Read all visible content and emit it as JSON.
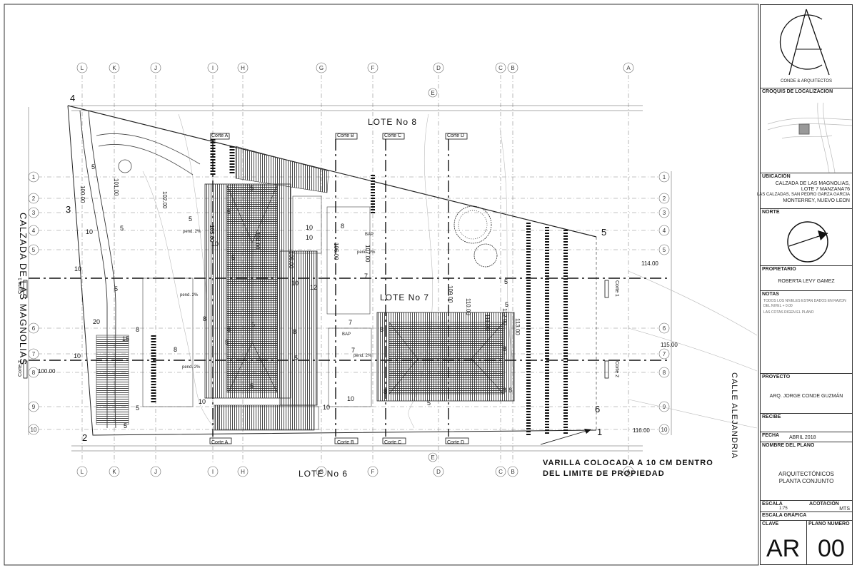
{
  "drawing": {
    "grid_letters": [
      "L",
      "K",
      "J",
      "I",
      "H",
      "G",
      "F",
      "D",
      "C",
      "B",
      "A"
    ],
    "mid_letters": [
      "E"
    ],
    "grid_numbers": [
      "1",
      "2",
      "3",
      "4",
      "5",
      "6",
      "7",
      "7",
      "8",
      "9",
      "10"
    ],
    "lots": {
      "top": "LOTE No 8",
      "middle": "LOTE No 7",
      "bottom": "LOTE No 6"
    },
    "streets": {
      "left": "CALZADA DE LAS MAGNOLIAS",
      "right": "CALLE ALEJANDRIA"
    },
    "cortes": [
      "Corte A",
      "Corte B",
      "Corte C",
      "Corte D",
      "Corte 1",
      "Corte 2"
    ],
    "vertices": [
      "1",
      "2",
      "3",
      "4",
      "5",
      "6"
    ],
    "dims": [
      "100.00",
      "101.00",
      "102.00",
      "103.00",
      "104.00",
      "105.00",
      "106.00",
      "107.00",
      "109.00",
      "110.00",
      "111.00",
      "112.00",
      "113.00",
      "114.00",
      "115.00",
      "116.00",
      "100.00"
    ],
    "pend": "pend. 2%",
    "note": "VARILLA COLOCADA A 10 CM DENTRO DEL LIMITE DE PROPIEDAD",
    "note_lines": [
      "VARILLA COLOCADA A 10 CM DENTRO",
      "DEL LIMITE DE PROPIEDAD"
    ],
    "numbers": [
      "5",
      "8",
      "10",
      "12",
      "15",
      "20",
      "7",
      "6"
    ],
    "stair_labels": [
      "BAP",
      "BAP"
    ]
  },
  "titleblock": {
    "firm": "CONDE & ARQUITECTOS",
    "croquis_label": "CROQUIS DE LOCALIZACION",
    "ubicacion_label": "UBICACIÓN",
    "ubicacion_lines": [
      "CALZADA DE LAS MAGNOLIAS,",
      "LOTE 7 MANZANA76",
      "LAS CALZADAS, SAN PEDRO GARZA GARCIA",
      "MONTERREY, NUEVO LEON"
    ],
    "norte_label": "NORTE",
    "propietario_label": "PROPIETARIO",
    "propietario": "ROBERTA LEVY GAMEZ",
    "notas_label": "NOTAS",
    "notas_lines": [
      "TODOS LOS NIVELES ESTAN DADOS EN RAZON",
      "DEL NIVEL + 0.00",
      "LAS COTAS RIGEN EL PLANO"
    ],
    "proyecto_label": "PROYECTO",
    "proyecto": "ARQ. JORGE CONDE GUZMÁN",
    "recibe_label": "RECIBE",
    "fecha_label": "FECHA",
    "fecha": "ABRIL 2018",
    "nombre_label": "NOMBRE DEL PLANO",
    "nombre_lines": [
      "ARQUITECTÓNICOS",
      "PLANTA CONJUNTO"
    ],
    "escala_label": "ESCALA",
    "escala": "1:75",
    "acotacion_label": "ACOTACIÓN",
    "acotacion": "MTS",
    "escala_grafica_label": "ESCALA GRÁFICA",
    "clave_label": "CLAVE",
    "plano_numero_label": "PLANO NÚMERO",
    "clave": "AR",
    "plano_numero": "00"
  }
}
